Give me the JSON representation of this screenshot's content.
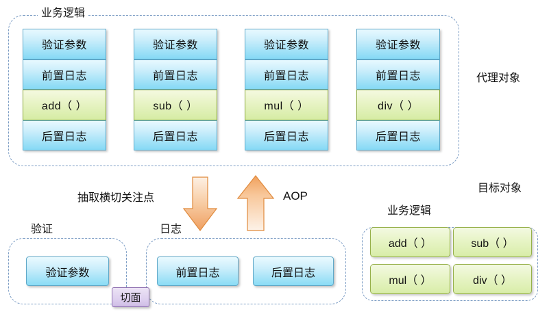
{
  "diagram": {
    "proxy_section": {
      "group_label": "业务逻辑",
      "side_label": "代理对象",
      "cards": [
        {
          "rows": [
            {
              "text": "验证参数",
              "style": "blue"
            },
            {
              "text": "前置日志",
              "style": "blue"
            },
            {
              "text": "add（ ）",
              "style": "green"
            },
            {
              "text": "后置日志",
              "style": "blue"
            }
          ]
        },
        {
          "rows": [
            {
              "text": "验证参数",
              "style": "blue"
            },
            {
              "text": "前置日志",
              "style": "blue"
            },
            {
              "text": "sub（ ）",
              "style": "green"
            },
            {
              "text": "后置日志",
              "style": "blue"
            }
          ]
        },
        {
          "rows": [
            {
              "text": "验证参数",
              "style": "blue"
            },
            {
              "text": "前置日志",
              "style": "blue"
            },
            {
              "text": "mul（ ）",
              "style": "green"
            },
            {
              "text": "后置日志",
              "style": "blue"
            }
          ]
        },
        {
          "rows": [
            {
              "text": "验证参数",
              "style": "blue"
            },
            {
              "text": "前置日志",
              "style": "blue"
            },
            {
              "text": "div（ ）",
              "style": "green"
            },
            {
              "text": "后置日志",
              "style": "blue"
            }
          ]
        }
      ]
    },
    "middle": {
      "extract_label": "抽取横切关注点",
      "aop_label": "AOP",
      "down_arrow_name": "down-arrow",
      "up_arrow_name": "up-arrow"
    },
    "aspect_section": {
      "aspect_tag": "切面",
      "validation_group_label": "验证",
      "logging_group_label": "日志",
      "validation_items": [
        "验证参数"
      ],
      "logging_items": [
        "前置日志",
        "后置日志"
      ]
    },
    "target_section": {
      "side_label": "目标对象",
      "group_label": "业务逻辑",
      "methods": [
        "add（ ）",
        "sub（ ）",
        "mul（ ）",
        "div（ ）"
      ]
    },
    "colors": {
      "dashed_border": "#7b9cc4",
      "blue_fill": "#8adcf5",
      "blue_border": "#5fa8c8",
      "green_fill": "#d8eda8",
      "green_border": "#96b04a",
      "purple_fill": "#ded0ef",
      "purple_border": "#8e6fb0",
      "arrow_orange": "#f0a868"
    }
  }
}
